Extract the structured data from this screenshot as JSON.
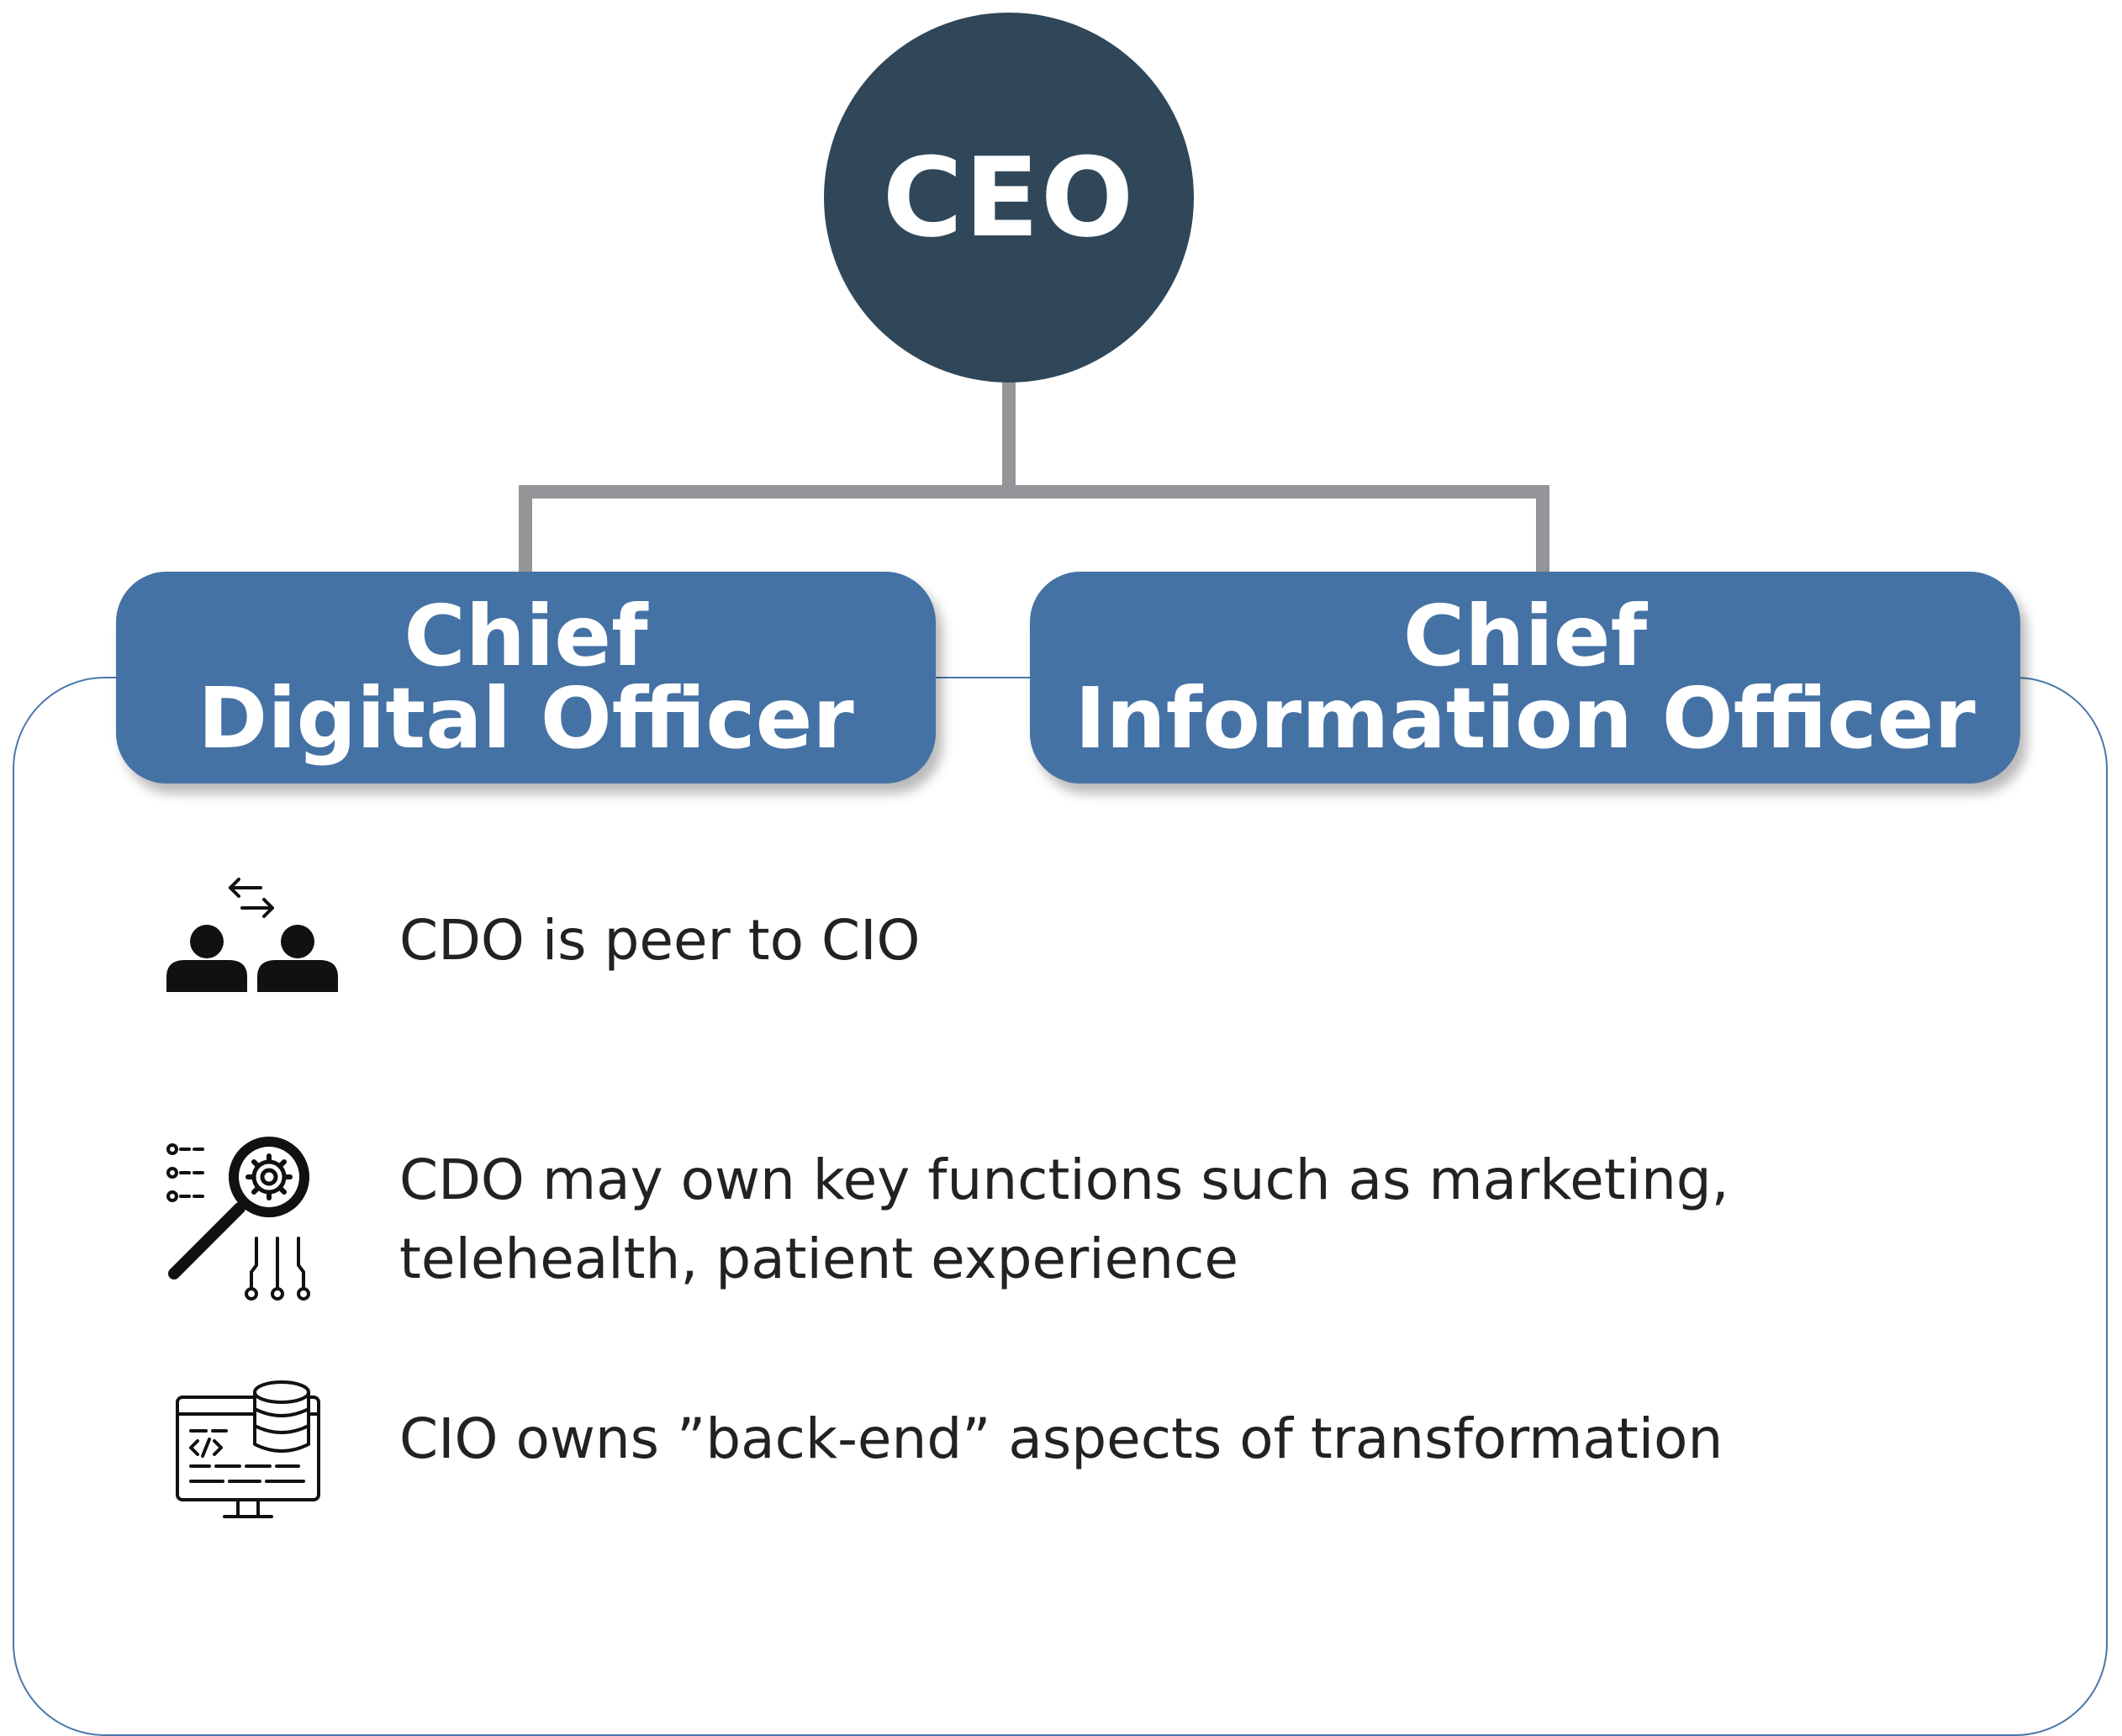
{
  "ceo": {
    "label": "CEO"
  },
  "roles": [
    {
      "line1": "Chief",
      "line2": "Digital Officer"
    },
    {
      "line1": "Chief",
      "line2": "Information Officer"
    }
  ],
  "points": [
    {
      "icon": "peer-exchange-icon",
      "text": "CDO is peer to CIO"
    },
    {
      "icon": "magnifier-gear-icon",
      "line1": "CDO may own key functions such as marketing,",
      "line2": "telehealth, patient experience"
    },
    {
      "icon": "server-monitor-icon",
      "text": "CIO owns ”back-end” aspects of transformation"
    }
  ],
  "colors": {
    "ceo_fill": "#2f4759",
    "role_fill": "#4572a4",
    "connector": "#939598",
    "panel_border": "#4a78aa",
    "text": "#222222"
  }
}
